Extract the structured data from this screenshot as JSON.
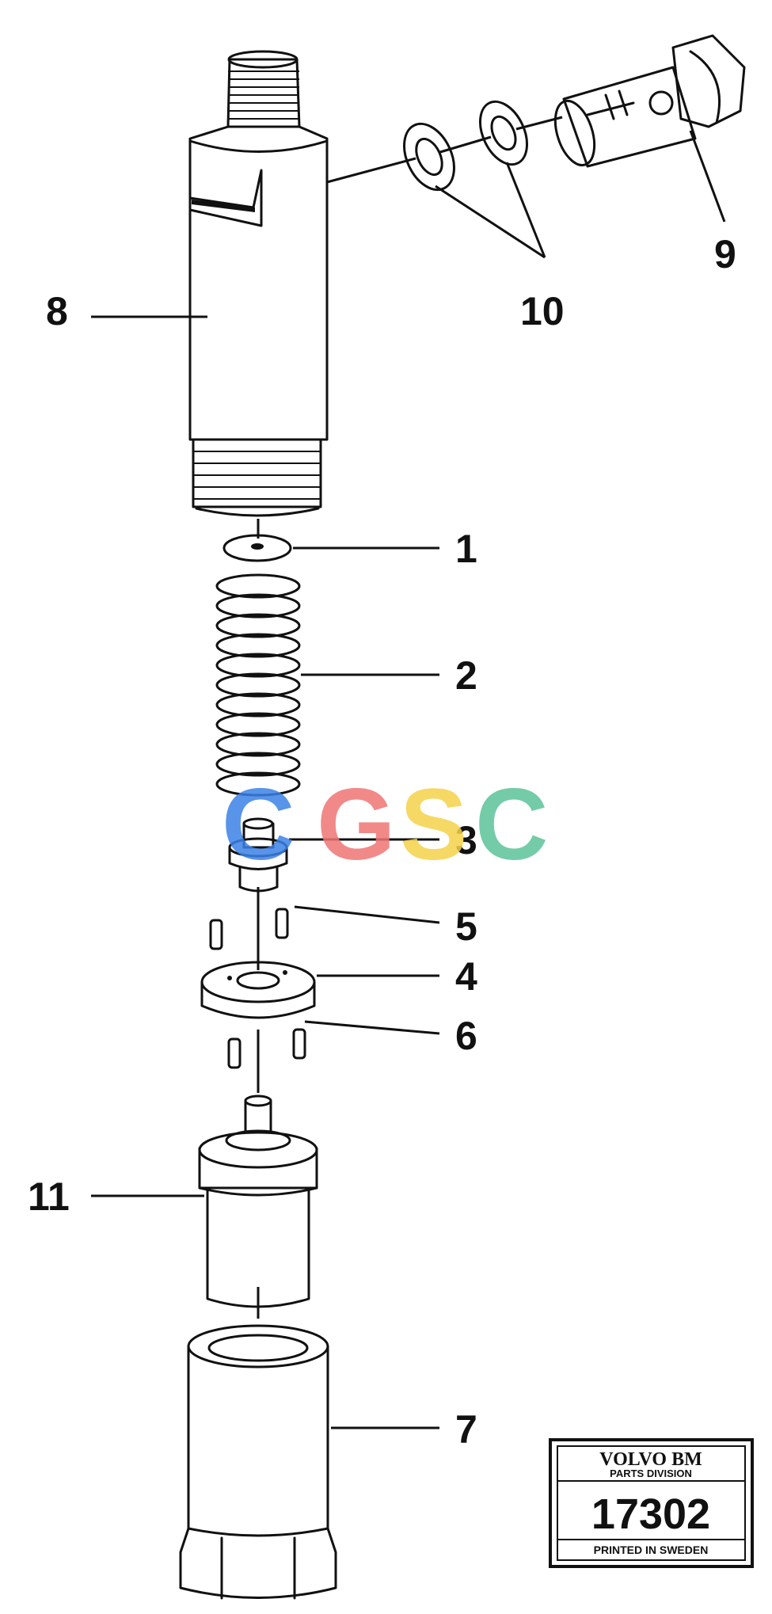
{
  "callouts": {
    "c1": "1",
    "c2": "2",
    "c3": "3",
    "c4": "4",
    "c5": "5",
    "c6": "6",
    "c7": "7",
    "c8": "8",
    "c9": "9",
    "c10": "10",
    "c11": "11"
  },
  "watermark": {
    "letters": [
      "C",
      "G",
      "S",
      "C"
    ],
    "colors": [
      "#3b82e6",
      "#f07575",
      "#f5d24a",
      "#5cc29a"
    ]
  },
  "stamp": {
    "brand": "VOLVO BM",
    "division": "PARTS DIVISION",
    "number": "17302",
    "footer": "PRINTED IN SWEDEN"
  }
}
